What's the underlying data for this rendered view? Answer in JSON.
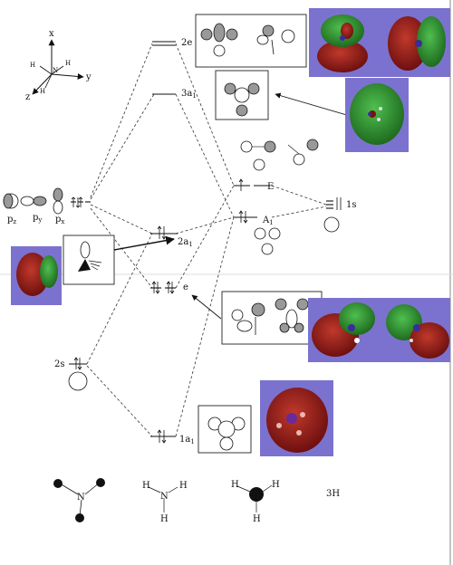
{
  "axes": {
    "x": "x",
    "y": "y",
    "z": "z",
    "h": "H",
    "n": "N"
  },
  "n_orbitals": {
    "p_labels": [
      {
        "main": "p",
        "sub": "z"
      },
      {
        "main": "p",
        "sub": "y"
      },
      {
        "main": "p",
        "sub": "x"
      }
    ],
    "s_label": "2s"
  },
  "mo_levels": [
    {
      "main": "2e",
      "sub": ""
    },
    {
      "main": "3a",
      "sub": "1"
    },
    {
      "main": "2a",
      "sub": "1"
    },
    {
      "main": "e",
      "sub": ""
    },
    {
      "main": "1a",
      "sub": "1"
    }
  ],
  "h3_levels": {
    "e_label": "E",
    "a_label": {
      "main": "A",
      "sub": "1"
    },
    "s_label": "1s"
  },
  "bottom_structures": {
    "n_label": "N",
    "h_label": "H",
    "h3_label": "3H"
  },
  "colors": {
    "lobe_red": "#8c1a1a",
    "lobe_green": "#2e8a2e",
    "background_purple": "#7b72cf"
  }
}
